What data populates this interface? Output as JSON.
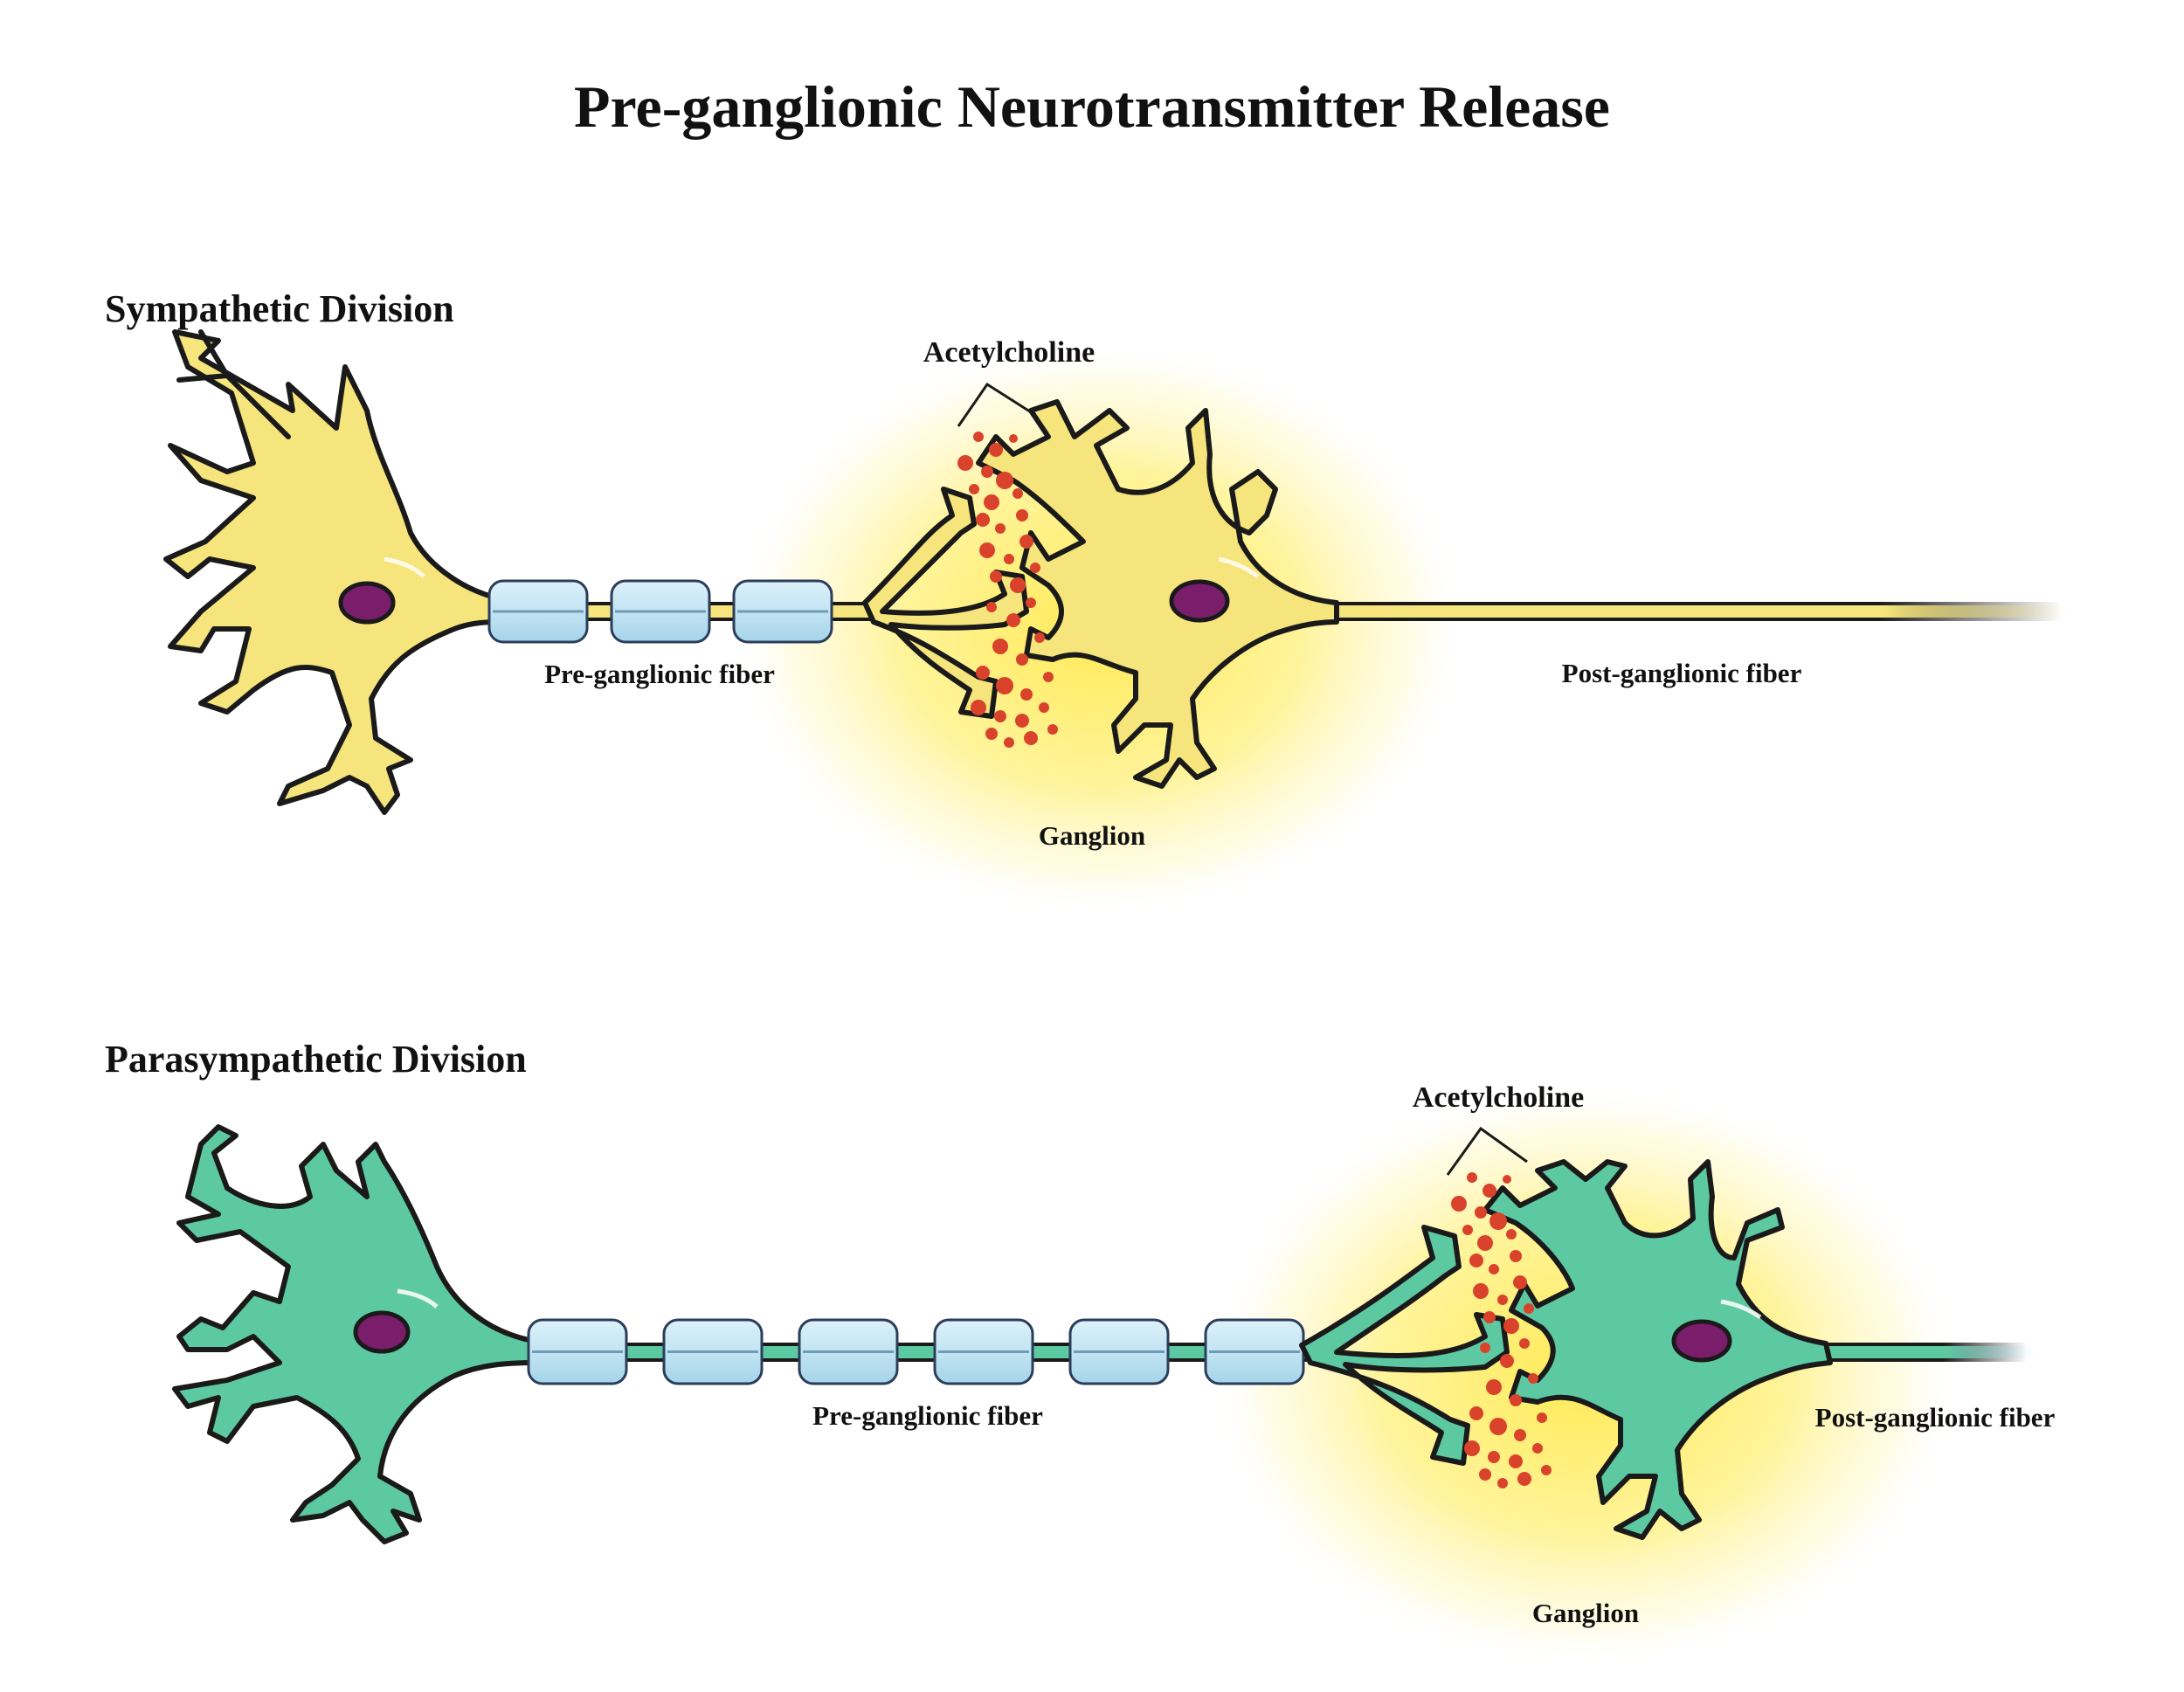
{
  "title": "Pre-ganglionic Neurotransmitter Release",
  "colors": {
    "sympathetic_neuron": "#F6E47C",
    "parasympathetic_neuron": "#5DC9A3",
    "myelin": "#BFE3F2",
    "nucleus": "#7A1D6B",
    "neurotransmitter": "#D9432C",
    "ganglion_glow": "#FFF27A"
  },
  "sympathetic": {
    "heading": "Sympathetic Division",
    "neurotransmitter_label": "Acetylcholine",
    "pre_fiber_label": "Pre-ganglionic fiber",
    "ganglion_label": "Ganglion",
    "post_fiber_label": "Post-ganglionic fiber",
    "myelin_segments": 3
  },
  "parasympathetic": {
    "heading": "Parasympathetic Division",
    "neurotransmitter_label": "Acetylcholine",
    "pre_fiber_label": "Pre-ganglionic fiber",
    "ganglion_label": "Ganglion",
    "post_fiber_label": "Post-ganglionic fiber",
    "myelin_segments": 6
  }
}
